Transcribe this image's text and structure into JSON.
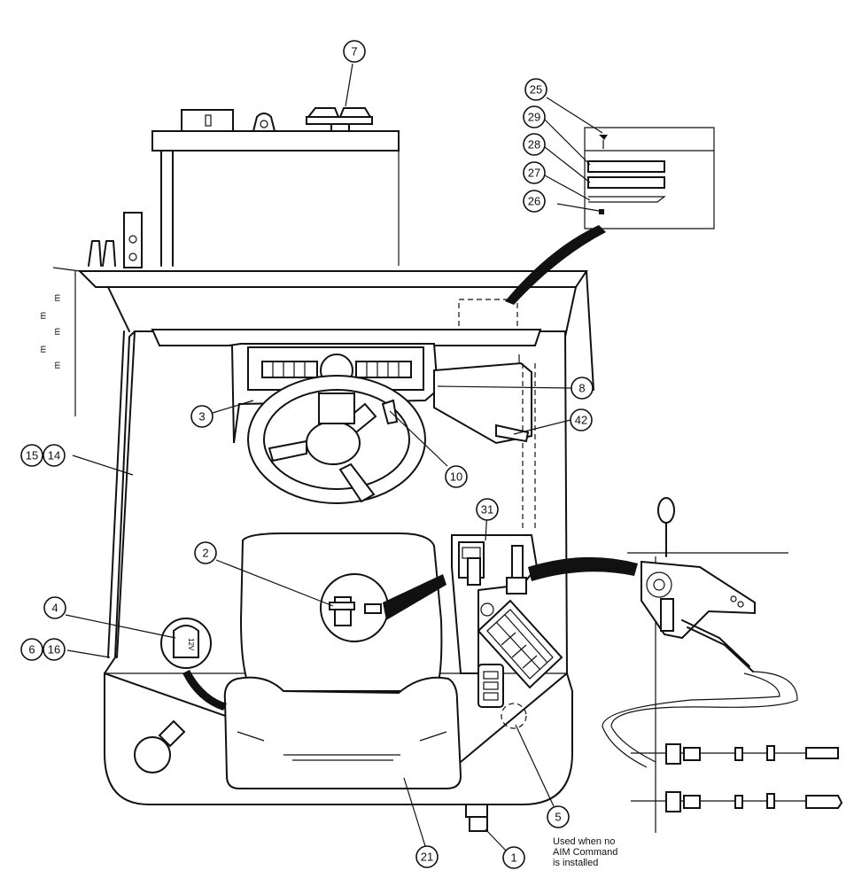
{
  "callouts": [
    "1",
    "2",
    "3",
    "4",
    "5",
    "6",
    "7",
    "8",
    "10",
    "14",
    "15",
    "16",
    "21",
    "25",
    "26",
    "27",
    "28",
    "29",
    "31",
    "42"
  ],
  "note_lines": [
    "Used when no",
    "AIM Command",
    "is installed"
  ],
  "battery_label": "12V"
}
